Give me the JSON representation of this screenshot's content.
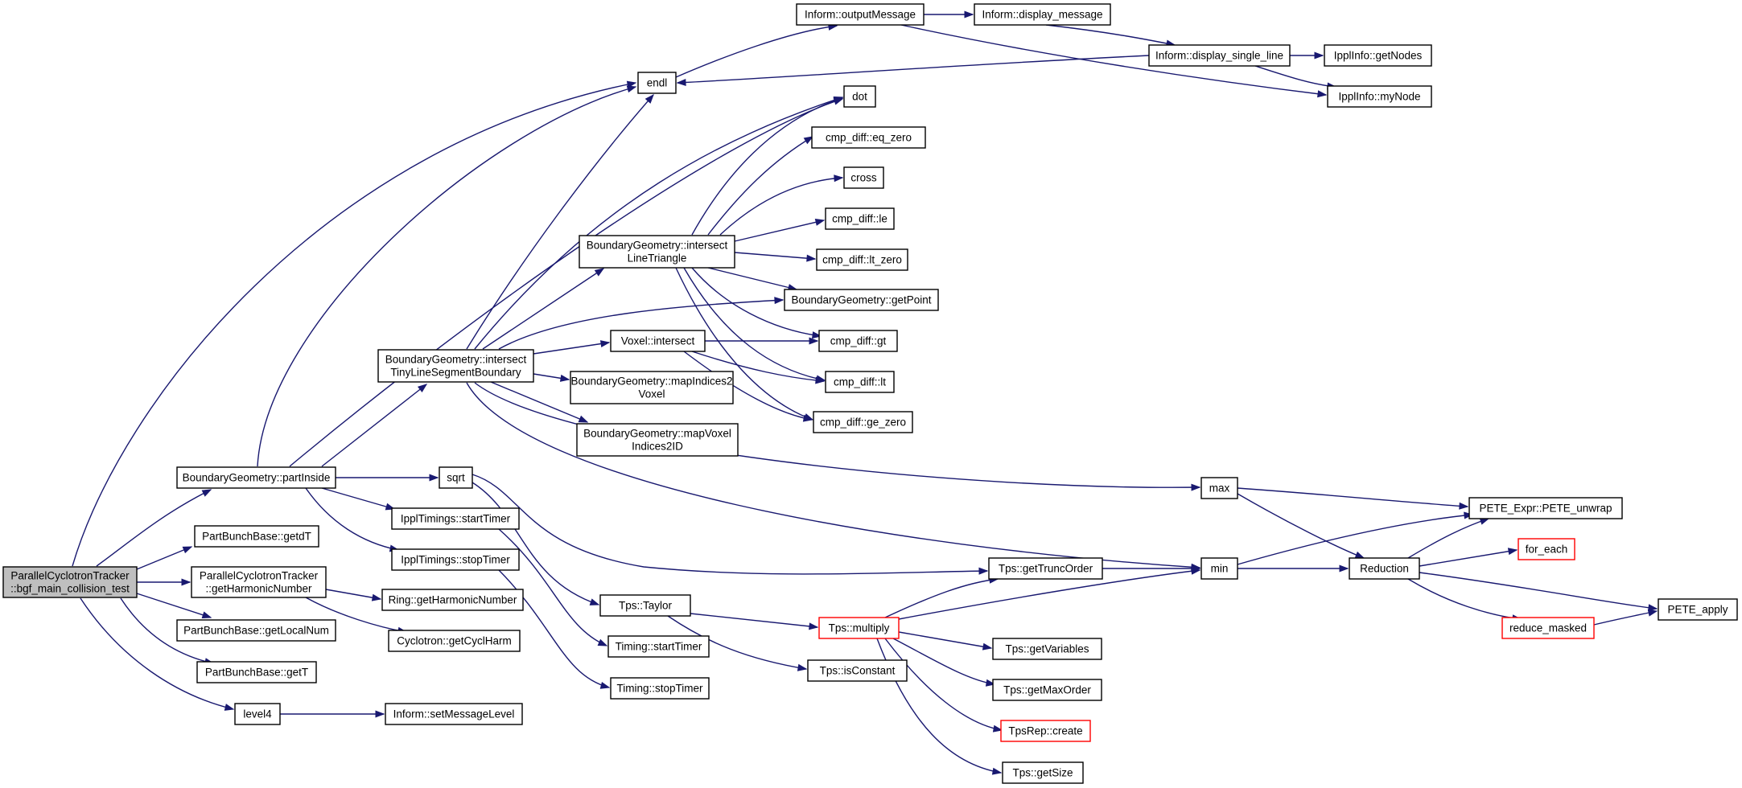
{
  "graph": {
    "nodes": [
      {
        "id": "root",
        "lines": [
          "ParallelCyclotronTracker",
          "::bgf_main_collision_test"
        ],
        "root": true
      },
      {
        "id": "endl",
        "lines": [
          "endl"
        ]
      },
      {
        "id": "outputMessage",
        "lines": [
          "Inform::outputMessage"
        ]
      },
      {
        "id": "display_message",
        "lines": [
          "Inform::display_message"
        ]
      },
      {
        "id": "display_single_line",
        "lines": [
          "Inform::display_single_line"
        ]
      },
      {
        "id": "getNodes",
        "lines": [
          "IpplInfo::getNodes"
        ]
      },
      {
        "id": "myNode",
        "lines": [
          "IpplInfo::myNode"
        ]
      },
      {
        "id": "dot",
        "lines": [
          "dot"
        ]
      },
      {
        "id": "eq_zero",
        "lines": [
          "cmp_diff::eq_zero"
        ]
      },
      {
        "id": "cross",
        "lines": [
          "cross"
        ]
      },
      {
        "id": "le",
        "lines": [
          "cmp_diff::le"
        ]
      },
      {
        "id": "lt_zero",
        "lines": [
          "cmp_diff::lt_zero"
        ]
      },
      {
        "id": "getPoint",
        "lines": [
          "BoundaryGeometry::getPoint"
        ]
      },
      {
        "id": "gt",
        "lines": [
          "cmp_diff::gt"
        ]
      },
      {
        "id": "lt",
        "lines": [
          "cmp_diff::lt"
        ]
      },
      {
        "id": "ge_zero",
        "lines": [
          "cmp_diff::ge_zero"
        ]
      },
      {
        "id": "intersectLineTriangle",
        "lines": [
          "BoundaryGeometry::intersect",
          "LineTriangle"
        ]
      },
      {
        "id": "voxelIntersect",
        "lines": [
          "Voxel::intersect"
        ]
      },
      {
        "id": "intersectTiny",
        "lines": [
          "BoundaryGeometry::intersect",
          "TinyLineSegmentBoundary"
        ]
      },
      {
        "id": "mapIndices2Voxel",
        "lines": [
          "BoundaryGeometry::mapIndices2",
          "Voxel"
        ]
      },
      {
        "id": "mapVoxelIndices2ID",
        "lines": [
          "BoundaryGeometry::mapVoxel",
          "Indices2ID"
        ]
      },
      {
        "id": "partInside",
        "lines": [
          "BoundaryGeometry::partInside"
        ]
      },
      {
        "id": "sqrt",
        "lines": [
          "sqrt"
        ]
      },
      {
        "id": "ipplStartTimer",
        "lines": [
          "IpplTimings::startTimer"
        ]
      },
      {
        "id": "ipplStopTimer",
        "lines": [
          "IpplTimings::stopTimer"
        ]
      },
      {
        "id": "getdT",
        "lines": [
          "PartBunchBase::getdT"
        ]
      },
      {
        "id": "getHarmonicNumber",
        "lines": [
          "ParallelCyclotronTracker",
          "::getHarmonicNumber"
        ]
      },
      {
        "id": "ringHarm",
        "lines": [
          "Ring::getHarmonicNumber"
        ]
      },
      {
        "id": "cycHarm",
        "lines": [
          "Cyclotron::getCyclHarm"
        ]
      },
      {
        "id": "getLocalNum",
        "lines": [
          "PartBunchBase::getLocalNum"
        ]
      },
      {
        "id": "getT",
        "lines": [
          "PartBunchBase::getT"
        ]
      },
      {
        "id": "level4",
        "lines": [
          "level4"
        ]
      },
      {
        "id": "setMessageLevel",
        "lines": [
          "Inform::setMessageLevel"
        ]
      },
      {
        "id": "taylor",
        "lines": [
          "Tps::Taylor"
        ]
      },
      {
        "id": "timingStart",
        "lines": [
          "Timing::startTimer"
        ]
      },
      {
        "id": "timingStop",
        "lines": [
          "Timing::stopTimer"
        ]
      },
      {
        "id": "max",
        "lines": [
          "max"
        ]
      },
      {
        "id": "min",
        "lines": [
          "min"
        ]
      },
      {
        "id": "getTruncOrder",
        "lines": [
          "Tps::getTruncOrder"
        ]
      },
      {
        "id": "multiply",
        "lines": [
          "Tps::multiply"
        ],
        "truncated": true
      },
      {
        "id": "isConstant",
        "lines": [
          "Tps::isConstant"
        ]
      },
      {
        "id": "getVariables",
        "lines": [
          "Tps::getVariables"
        ]
      },
      {
        "id": "getMaxOrder",
        "lines": [
          "Tps::getMaxOrder"
        ]
      },
      {
        "id": "tpsRepCreate",
        "lines": [
          "TpsRep::create"
        ],
        "truncated": true
      },
      {
        "id": "getSize",
        "lines": [
          "Tps::getSize"
        ]
      },
      {
        "id": "reduction",
        "lines": [
          "Reduction"
        ]
      },
      {
        "id": "peteUnwrap",
        "lines": [
          "PETE_Expr::PETE_unwrap"
        ]
      },
      {
        "id": "forEach",
        "lines": [
          "for_each"
        ],
        "truncated": true
      },
      {
        "id": "reduceMasked",
        "lines": [
          "reduce_masked"
        ],
        "truncated": true
      },
      {
        "id": "peteApply",
        "lines": [
          "PETE_apply"
        ]
      }
    ]
  }
}
